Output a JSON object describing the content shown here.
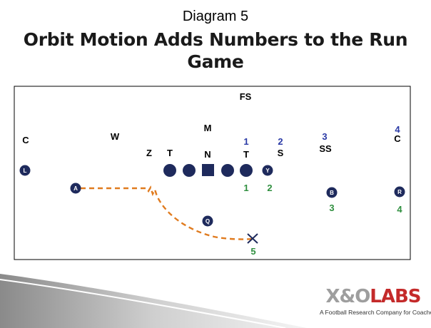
{
  "diagram_label": "Diagram 5",
  "title": "Orbit Motion Adds Numbers to the Run Game",
  "defense": {
    "fs": "FS",
    "m": "M",
    "w": "W",
    "c_left": "C",
    "c_right": "C",
    "z": "Z",
    "t_left": "T",
    "n": "N",
    "t_right": "T",
    "s": "S",
    "ss": "SS"
  },
  "defender_counts": {
    "d1": "1",
    "d2": "2",
    "d3": "3",
    "d4": "4"
  },
  "offense_counts": {
    "o1": "1",
    "o2": "2",
    "o3": "3",
    "o4": "4",
    "o5": "5"
  },
  "players": {
    "l": "L",
    "a": "A",
    "y": "Y",
    "b": "B",
    "r": "R",
    "q": "Q"
  },
  "colors": {
    "navy": "#1e2a5c",
    "blue_number": "#2a3aa6",
    "green_number": "#2f8f3f",
    "motion_path": "#e07b1f",
    "field_border": "#000000"
  },
  "logo": {
    "brand_xo": "X&O",
    "brand_labs": "LABS",
    "tagline": "A Football Research Company for Coaches"
  }
}
